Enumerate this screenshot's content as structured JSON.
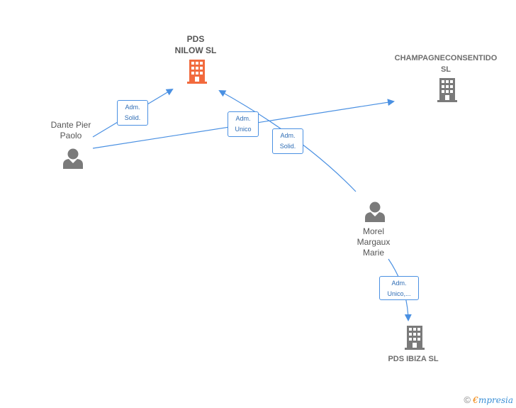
{
  "nodes": {
    "pds_nilow": {
      "line1": "PDS",
      "line2": "NILOW SL",
      "color": "#f26a3d"
    },
    "champagne": {
      "line1": "CHAMPAGNECONSENTIDO",
      "line2": "SL",
      "color": "#7a7a7a"
    },
    "pds_ibiza": {
      "line1": "PDS IBIZA SL",
      "color": "#7a7a7a"
    },
    "dante": {
      "line1": "Dante Pier",
      "line2": "Paolo"
    },
    "morel": {
      "line1": "Morel",
      "line2": "Margaux",
      "line3": "Marie"
    }
  },
  "edges": {
    "dante_nilow": {
      "l1": "Adm.",
      "l2": "Solid."
    },
    "dante_champagne": {
      "l1": "Adm.",
      "l2": "Unico"
    },
    "morel_nilow": {
      "l1": "Adm.",
      "l2": "Solid."
    },
    "morel_ibiza": {
      "l1": "Adm.",
      "l2": "Unico,..."
    }
  },
  "colors": {
    "edge": "#4a90e2",
    "person": "#7a7a7a"
  },
  "footer": {
    "copyright": "©",
    "brand_e": "€",
    "brand_rest": "mpresia"
  }
}
